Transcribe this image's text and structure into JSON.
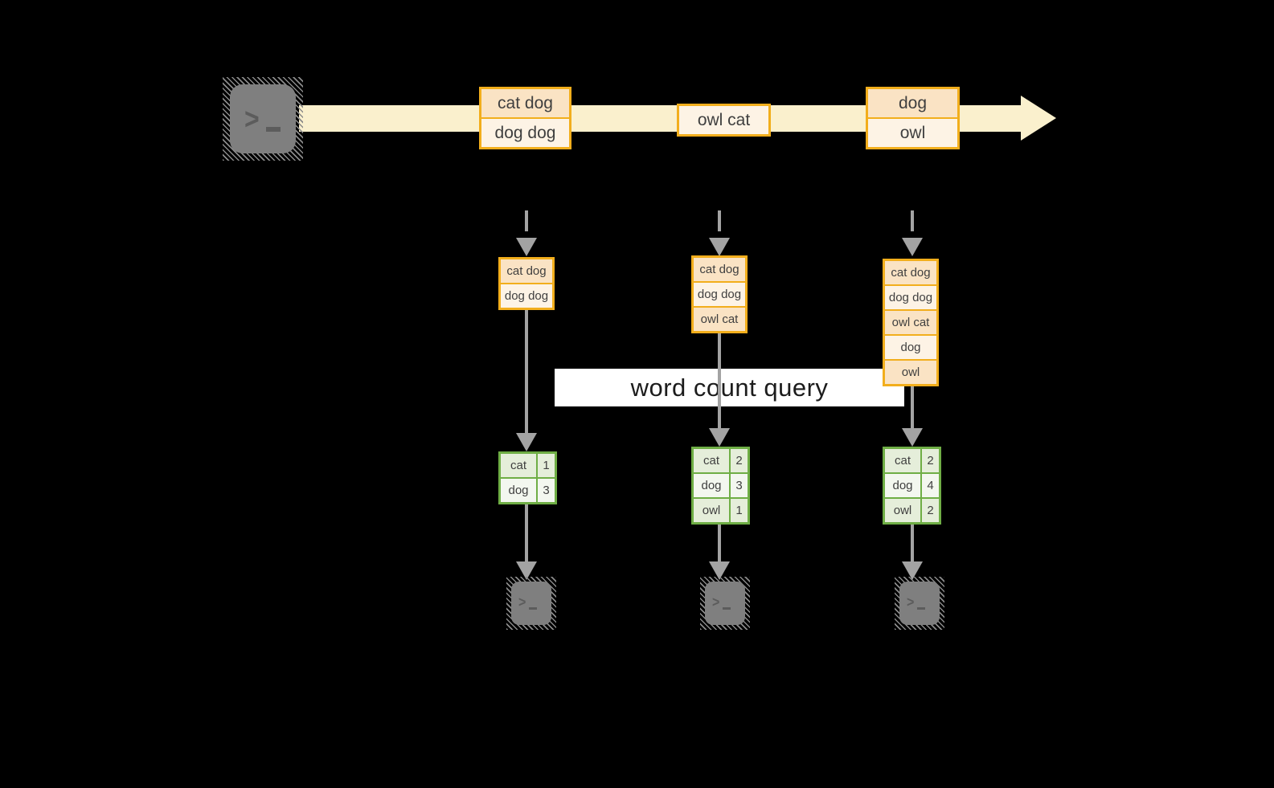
{
  "banner": {
    "label": "word count query"
  },
  "stream": {
    "source_icon": "terminal-icon",
    "events": [
      {
        "rows": [
          "cat dog",
          "dog dog"
        ]
      },
      {
        "rows": [
          "owl cat"
        ]
      },
      {
        "rows": [
          "dog",
          "owl"
        ]
      }
    ]
  },
  "states": [
    {
      "rows": [
        "cat dog",
        "dog dog"
      ]
    },
    {
      "rows": [
        "cat dog",
        "dog dog",
        "owl cat"
      ]
    },
    {
      "rows": [
        "cat dog",
        "dog dog",
        "owl cat",
        "dog",
        "owl"
      ]
    }
  ],
  "results": [
    {
      "rows": [
        {
          "word": "cat",
          "count": "1"
        },
        {
          "word": "dog",
          "count": "3"
        }
      ]
    },
    {
      "rows": [
        {
          "word": "cat",
          "count": "2"
        },
        {
          "word": "dog",
          "count": "3"
        },
        {
          "word": "owl",
          "count": "1"
        }
      ]
    },
    {
      "rows": [
        {
          "word": "cat",
          "count": "2"
        },
        {
          "word": "dog",
          "count": "4"
        },
        {
          "word": "owl",
          "count": "2"
        }
      ]
    }
  ],
  "sinks": {
    "icon": "terminal-icon",
    "count": 3
  },
  "colors": {
    "background": "#000000",
    "timeline_band": "#faf0cd",
    "event_border": "#f2ae1c",
    "event_fill_dark": "#fae3c4",
    "event_fill_light": "#fdf3e5",
    "table_border": "#6fae45",
    "table_fill_dark": "#e5eeda",
    "table_fill_light": "#f3f7ef",
    "arrow_gray": "#a3a3a3",
    "terminal_gray": "#7f7f7f",
    "banner_bg": "#ffffff"
  }
}
